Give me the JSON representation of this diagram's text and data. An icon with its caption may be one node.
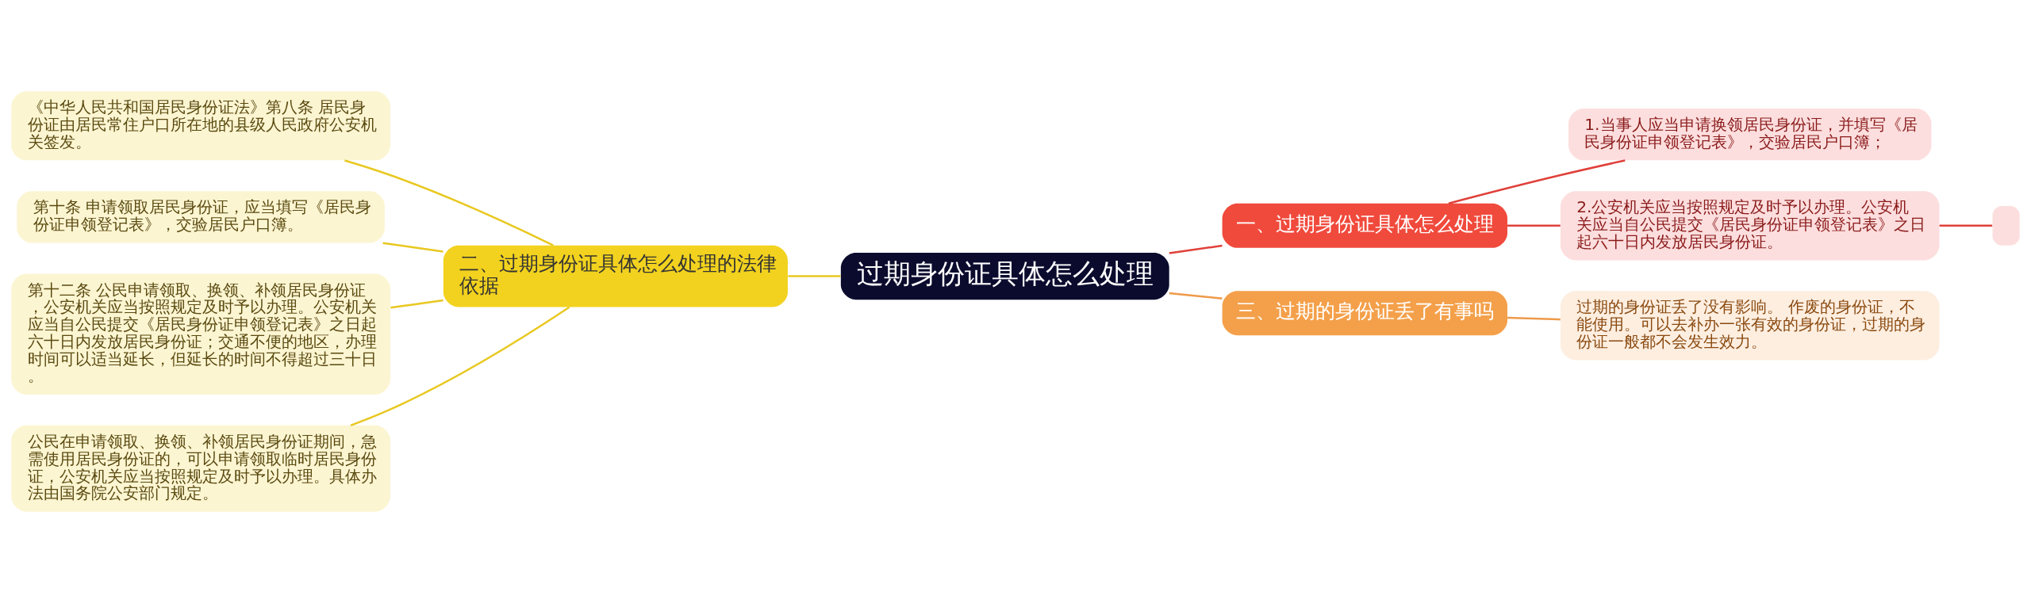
{
  "diagram": {
    "nodes": [
      {
        "text": [
          "过期身份证具体怎么处理"
        ]
      },
      {
        "text": [
          "二、过期身份证具体怎么处理的法律依据"
        ]
      },
      {
        "text": [
          "《中华人民共和国居民身份证法》第八条 居民身份证由居民常住户口所在地的县级人民政府公安机关签发。"
        ]
      },
      {
        "text": [
          "第十条 申请领取居民身份证，应当填写《居民身份证申领登记表》，交验居民户口簿。"
        ]
      },
      {
        "text": [
          "第十二条 公民申请领取、换领、补领居民身份证，公安机关应当按照规定及时予以办理。公安机关应当自公民提交《居民身份证申领登记表》之日起六十日内发放居民身份证；交通不便的地区，办理时间可以适当延长，但延长的时间不得超过三十日。"
        ]
      },
      {
        "text": [
          "公民在申请领取、换领、补领居民身份证期间，急需使用居民身份证的，可以申请领取临时居民身份证，公安机关应当按照规定及时予以办理。具体办法由国务院公安部门规定。"
        ]
      },
      {
        "text": [
          "一、过期身份证具体怎么处理"
        ]
      },
      {
        "text": [
          "1.当事人应当申请换领居民身份证，并填写《居民身份证申领登记表》，交验居民户口簿；"
        ]
      },
      {
        "text": [
          "2.公安机关应当按照规定及时予以办理。公安机关应当自公民提交《居民身份证申领登记表》之日起六十日内发放居民身份证。"
        ]
      },
      {
        "text": [],
        "shape": "box"
      },
      {
        "text": [
          "三、过期的身份证丢了有事吗"
        ]
      },
      {
        "text": [
          "过期的身份证丢了没有影响。 作废的身份证，不能使用。可以去补办一张有效的身份证，过期的身份证一般都不会发生效力。"
        ]
      }
    ],
    "edges": [
      {
        "from": 0,
        "to": 1,
        "arrow": "none"
      },
      {
        "from": 1,
        "to": 2,
        "arrow": "none"
      },
      {
        "from": 1,
        "to": 3,
        "arrow": "none"
      },
      {
        "from": 1,
        "to": 4,
        "arrow": "none"
      },
      {
        "from": 1,
        "to": 5,
        "arrow": "none"
      },
      {
        "from": 0,
        "to": 6,
        "arrow": "none",
        "color": "#e0403a"
      },
      {
        "from": 6,
        "to": 7,
        "arrow": "none",
        "color": "#e0403a"
      },
      {
        "from": 6,
        "to": 8,
        "arrow": "none",
        "color": "#e0403a"
      },
      {
        "from": 8,
        "to": 9,
        "arrow": "none",
        "color": "#e0403a"
      },
      {
        "from": 0,
        "to": 10,
        "arrow": "none",
        "color": "#ee9a4a"
      },
      {
        "from": 10,
        "to": 11,
        "arrow": "none",
        "color": "#ee9a4a"
      }
    ]
  }
}
